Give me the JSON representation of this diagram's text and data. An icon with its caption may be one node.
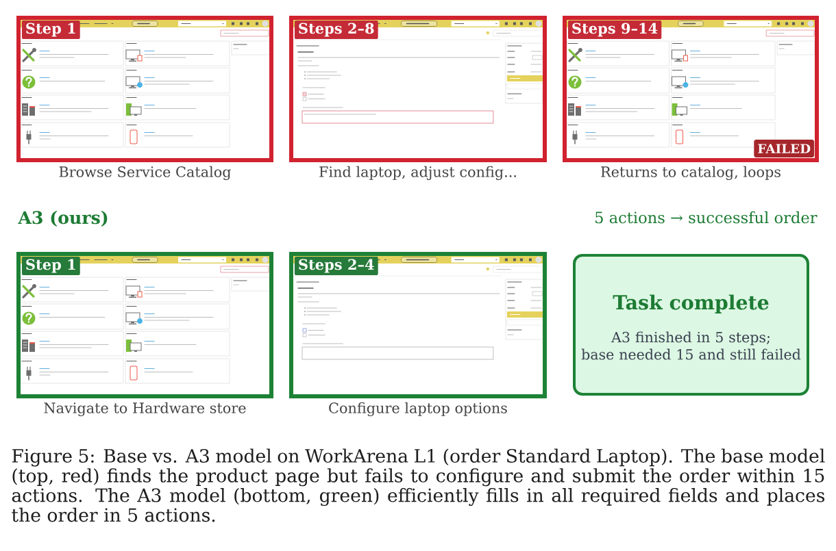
{
  "diagram": {
    "nodes": [
      {
        "text": [
          "Step 1"
        ],
        "beside": [
          "Browse Service Catalog"
        ]
      },
      {
        "text": [
          "Steps 2–8"
        ],
        "beside": [
          "Find laptop, adjust config..."
        ]
      },
      {
        "text": [
          "Steps 9–14",
          "FAILED"
        ],
        "beside": [
          "Returns to catalog, loops"
        ]
      },
      {
        "text": [
          "Step 1"
        ],
        "beside": [
          "Navigate to Hardware store"
        ]
      },
      {
        "text": [
          "Steps 2–4"
        ],
        "beside": [
          "Configure laptop options"
        ]
      },
      {
        "text": [
          "Task complete",
          "A3 finished in 5 steps; base needed 15 and still failed"
        ]
      }
    ],
    "labels": [
      "A3 (ours)",
      "5 actions → successful order"
    ],
    "caption": "Figure 5: Base vs. A3 model on WorkArena L1 (order Standard Laptop). The base model (top, red) finds the product page but fails to configure and submit the order within 15 actions. The A3 model (bottom, green) efficiently fills in all required fields and places the order in 5 actions."
  }
}
